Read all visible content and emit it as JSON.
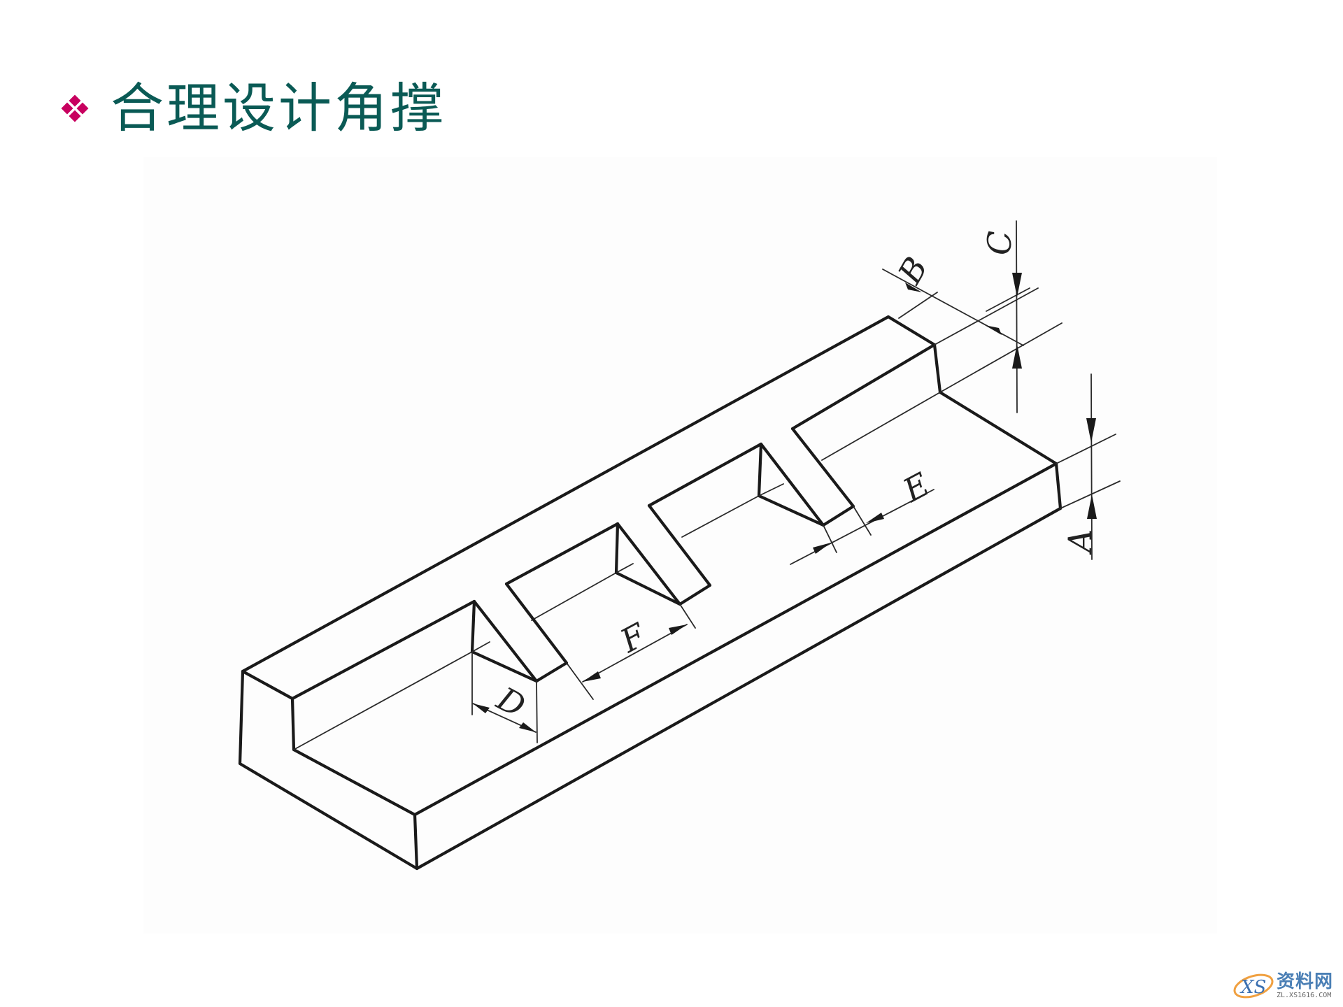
{
  "slide": {
    "title": "合理设计角撑",
    "bullet_icon": "diamond-cluster-bullet",
    "colors": {
      "title": "#0a5a55",
      "bullet": "#c8005f",
      "line": "#1a1a1a",
      "background": "#ffffff"
    }
  },
  "figure": {
    "description": "Isometric drawing of an L-section channel with three triangular gussets (corner braces)",
    "dimension_labels": {
      "A": "A",
      "B": "B",
      "C": "C",
      "D": "D",
      "E": "E",
      "F": "F"
    }
  },
  "watermark": {
    "logo_text": "XS",
    "name": "资料网",
    "url": "ZL.XS1616.COM"
  }
}
